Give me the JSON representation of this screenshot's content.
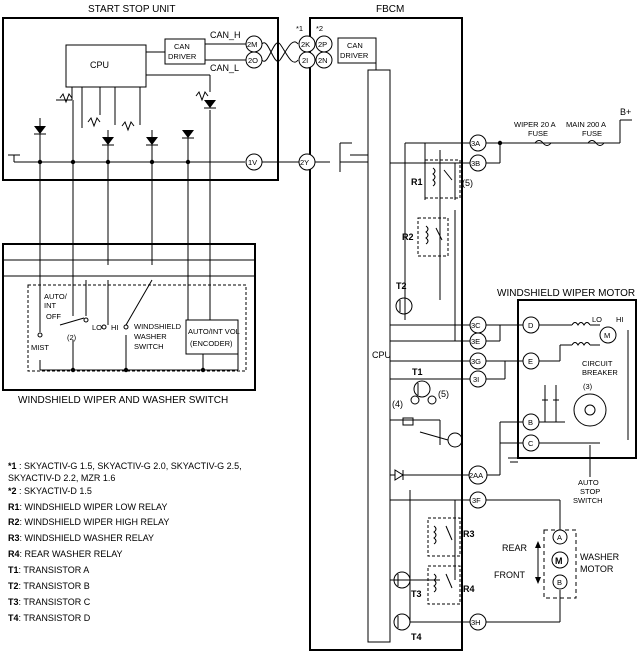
{
  "titles": {
    "start_stop_unit": "START STOP UNIT",
    "fbcm": "FBCM",
    "switch": "WINDSHIELD WIPER AND WASHER SWITCH",
    "wiper_motor": "WINDSHIELD WIPER MOTOR"
  },
  "ssu": {
    "cpu": "CPU",
    "can_driver": [
      "CAN",
      "DRIVER"
    ],
    "can_h": "CAN_H",
    "can_l": "CAN_L",
    "t_2m": "2M",
    "t_2o": "2O",
    "t_1v": "1V"
  },
  "fbcm": {
    "can_driver": [
      "CAN",
      "DRIVER"
    ],
    "cpu": "CPU",
    "star1": "*1",
    "star2": "*2",
    "t_2k": "2K",
    "t_2p": "2P",
    "t_2i": "2I",
    "t_2n": "2N",
    "t_2y": "2Y",
    "t_3a": "3A",
    "t_3b": "3B",
    "t_3c": "3C",
    "t_3e": "3E",
    "t_3g": "3G",
    "t_3i": "3I",
    "t_2aa": "2AA",
    "t_3f": "3F",
    "t_3h": "3H",
    "r1": "R1",
    "r2": "R2",
    "r3": "R3",
    "r4": "R4",
    "t1": "T1",
    "t2": "T2",
    "t3": "T3",
    "t4": "T4",
    "n4": "(4)",
    "n5a": "(5)",
    "n5b": "(5)"
  },
  "power": {
    "wiper_fuse": [
      "WIPER 20 A",
      "FUSE"
    ],
    "main_fuse": [
      "MAIN 200 A",
      "FUSE"
    ],
    "bplus": "B+"
  },
  "switch": {
    "auto_int": [
      "AUTO/",
      "INT"
    ],
    "off": "OFF",
    "lo": "LO",
    "hi": "HI",
    "mist": "MIST",
    "n2": "(2)",
    "washer": [
      "WINDSHIELD",
      "WASHER",
      "SWITCH"
    ],
    "vol": [
      "AUTO/INT VOL",
      "(ENCODER)"
    ]
  },
  "motor": {
    "d": "D",
    "e": "E",
    "b": "B",
    "c": "C",
    "lo": "LO",
    "hi": "HI",
    "m": "M",
    "breaker": [
      "CIRCUIT",
      "BREAKER"
    ],
    "n3": "(3)",
    "auto_stop": [
      "AUTO",
      "STOP",
      "SWITCH"
    ]
  },
  "washer_motor": {
    "label": [
      "WASHER",
      "MOTOR"
    ],
    "rear": "REAR",
    "front": "FRONT",
    "a": "A",
    "b": "B",
    "m": "M"
  },
  "legend": [
    {
      "key": "*1",
      "text": " : SKYACTIV-G 1.5, SKYACTIV-G 2.0, SKYACTIV-G 2.5,"
    },
    {
      "key": "",
      "text": "SKYACTIV-D 2.2, MZR 1.6"
    },
    {
      "key": "*2",
      "text": " : SKYACTIV-D 1.5"
    },
    {
      "key": "R1",
      "text": ": WINDSHIELD WIPER LOW RELAY"
    },
    {
      "key": "R2",
      "text": ": WINDSHIELD WIPER HIGH RELAY"
    },
    {
      "key": "R3",
      "text": ": WINDSHIELD WASHER RELAY"
    },
    {
      "key": "R4",
      "text": ": REAR WASHER RELAY"
    },
    {
      "key": "T1",
      "text": ": TRANSISTOR A"
    },
    {
      "key": "T2",
      "text": ": TRANSISTOR B"
    },
    {
      "key": "T3",
      "text": ": TRANSISTOR C"
    },
    {
      "key": "T4",
      "text": ": TRANSISTOR D"
    }
  ]
}
